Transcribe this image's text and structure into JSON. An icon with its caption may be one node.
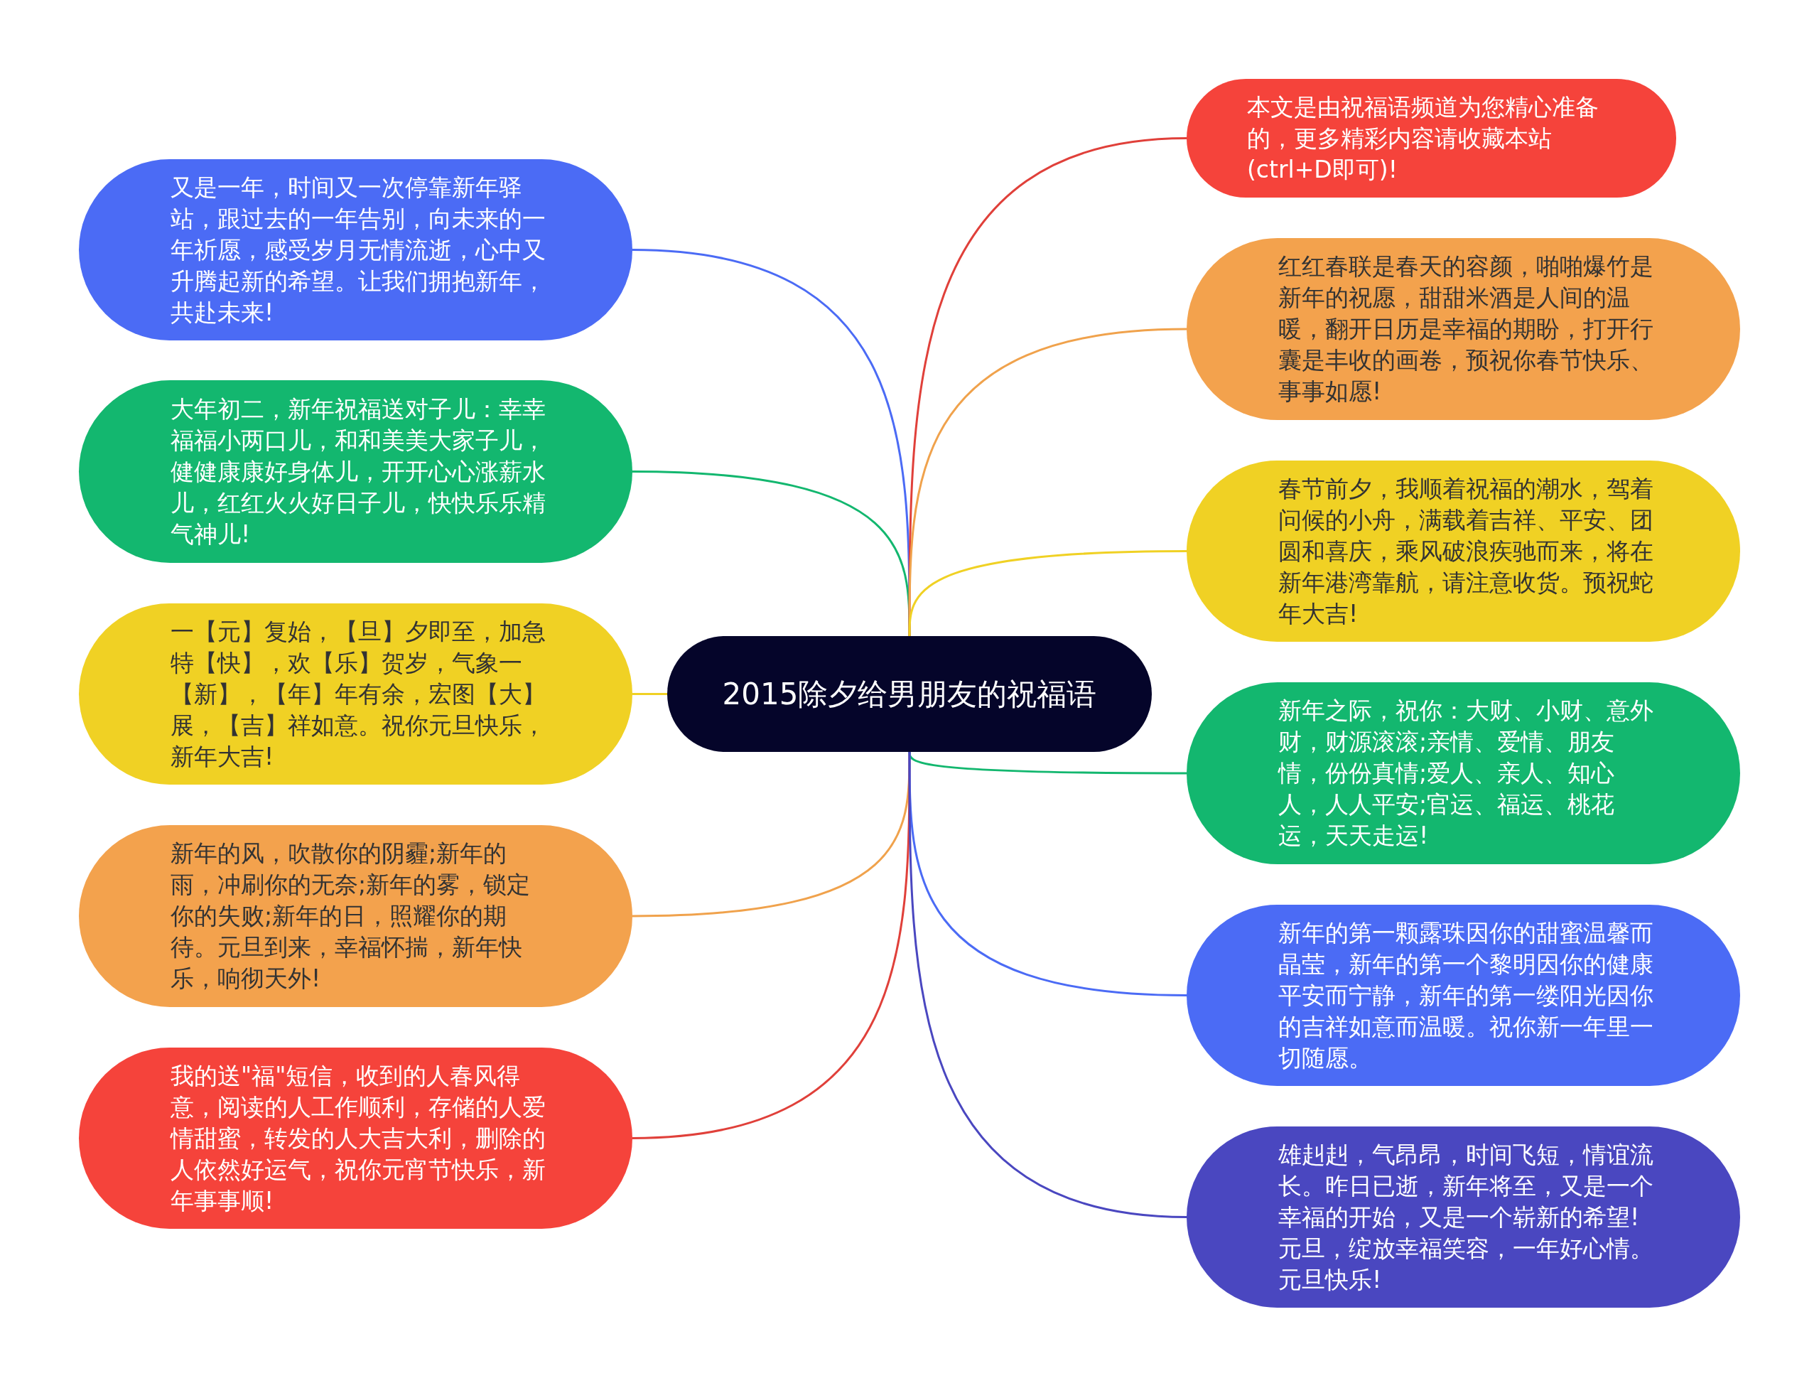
{
  "diagram": {
    "nodes": [
      {
        "text": [
          "2015除夕给男朋友的祝福语"
        ]
      },
      {
        "text": [
          "又是一年，时间又一次停靠新年驿站，跟过去的一年告别，向未来的一年祈愿，感受岁月无情流逝，心中又升腾起新的希望。让我们拥抱新年，共赴未来!"
        ]
      },
      {
        "text": [
          "大年初二，新年祝福送对子儿：幸幸福福小两口儿，和和美美大家子儿，健健康康好身体儿，开开心心涨薪水儿，红红火火好日子儿，快快乐乐精气神儿!"
        ]
      },
      {
        "text": [
          "一【元】复始，【旦】夕即至，加急特【快】，欢【乐】贺岁，气象一【新】，【年】年有余，宏图【大】展，【吉】祥如意。祝你元旦快乐，新年大吉!"
        ]
      },
      {
        "text": [
          "新年的风，吹散你的阴霾;新年的雨，冲刷你的无奈;新年的雾，锁定你的失败;新年的日，照耀你的期待。元旦到来，幸福怀揣，新年快乐，响彻天外!"
        ]
      },
      {
        "text": [
          "我的送\"福\"短信，收到的人春风得意，阅读的人工作顺利，存储的人爱情甜蜜，转发的人大吉大利，删除的人依然好运气，祝你元宵节快乐，新年事事顺!"
        ]
      },
      {
        "text": [
          "本文是由祝福语频道为您精心准备的，更多精彩内容请收藏本站(ctrl+D即可)!"
        ]
      },
      {
        "text": [
          "红红春联是春天的容颜，啪啪爆竹是新年的祝愿，甜甜米酒是人间的温暖，翻开日历是幸福的期盼，打开行囊是丰收的画卷，预祝你春节快乐、事事如愿!"
        ]
      },
      {
        "text": [
          "春节前夕，我顺着祝福的潮水，驾着问候的小舟，满载着吉祥、平安、团圆和喜庆，乘风破浪疾驰而来，将在新年港湾靠航，请注意收货。预祝蛇年大吉!"
        ]
      },
      {
        "text": [
          "新年之际，祝你：大财、小财、意外财，财源滚滚;亲情、爱情、朋友情，份份真情;爱人、亲人、知心人，人人平安;官运、福运、桃花运，天天走运!"
        ]
      },
      {
        "text": [
          "新年的第一颗露珠因你的甜蜜温馨而晶莹，新年的第一个黎明因你的健康平安而宁静，新年的第一缕阳光因你的吉祥如意而温暖。祝你新一年里一切随愿。"
        ]
      },
      {
        "text": [
          "雄赳赳，气昂昂，时间飞短，情谊流长。昨日已逝，新年将至，又是一个幸福的开始，又是一个崭新的希望!元旦，绽放幸福笑容，一年好心情。元旦快乐!"
        ]
      }
    ],
    "edges": [
      {
        "from": 0,
        "to": 1,
        "arrow": "none",
        "color": "#4b6bf5"
      },
      {
        "from": 0,
        "to": 2,
        "arrow": "none",
        "color": "#13b76f"
      },
      {
        "from": 0,
        "to": 3,
        "arrow": "none",
        "color": "#f0d124"
      },
      {
        "from": 0,
        "to": 4,
        "arrow": "none",
        "color": "#f0a24c"
      },
      {
        "from": 0,
        "to": 5,
        "arrow": "none",
        "color": "#e0403a"
      },
      {
        "from": 0,
        "to": 6,
        "arrow": "none",
        "color": "#e0403a"
      },
      {
        "from": 0,
        "to": 7,
        "arrow": "none",
        "color": "#f0a24c"
      },
      {
        "from": 0,
        "to": 8,
        "arrow": "none",
        "color": "#f0d124"
      },
      {
        "from": 0,
        "to": 9,
        "arrow": "none",
        "color": "#13b76f"
      },
      {
        "from": 0,
        "to": 10,
        "arrow": "none",
        "color": "#4b6bf5"
      },
      {
        "from": 0,
        "to": 11,
        "arrow": "none",
        "color": "#4a47c0"
      }
    ]
  }
}
